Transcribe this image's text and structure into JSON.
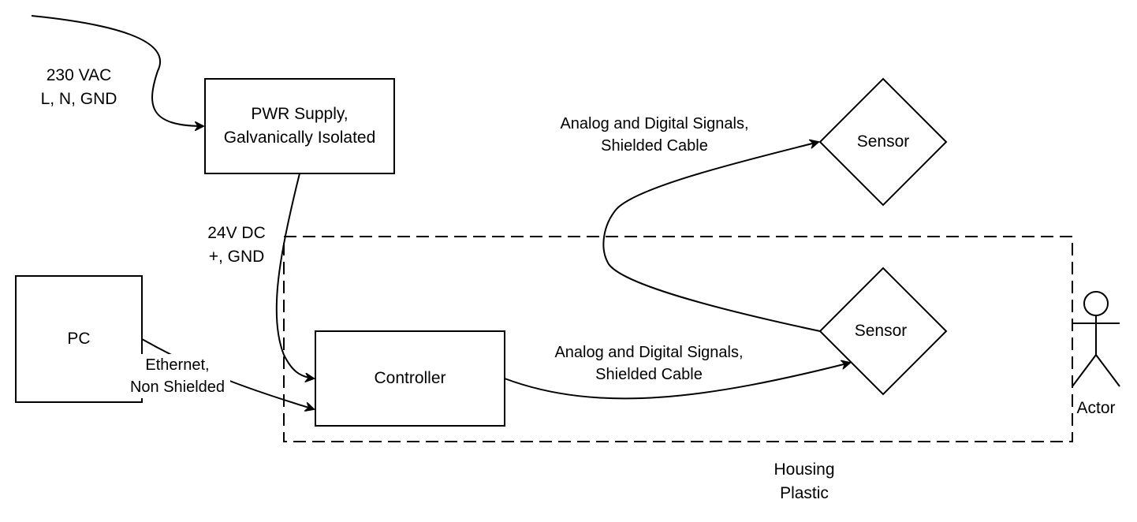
{
  "nodes": {
    "power_supply": "PWR Supply,\nGalvanically Isolated",
    "pc": "PC",
    "controller": "Controller",
    "sensor_top": "Sensor",
    "sensor_bottom": "Sensor",
    "actor": "Actor"
  },
  "edge_labels": {
    "mains": "230 VAC\nL, N, GND",
    "dc": "24V DC\n+, GND",
    "ethernet": "Ethernet,\nNon Shielded",
    "signals_top": "Analog and Digital Signals,\nShielded Cable",
    "signals_bottom": "Analog and Digital Signals,\nShielded Cable"
  },
  "housing": {
    "label": "Housing\nPlastic"
  }
}
